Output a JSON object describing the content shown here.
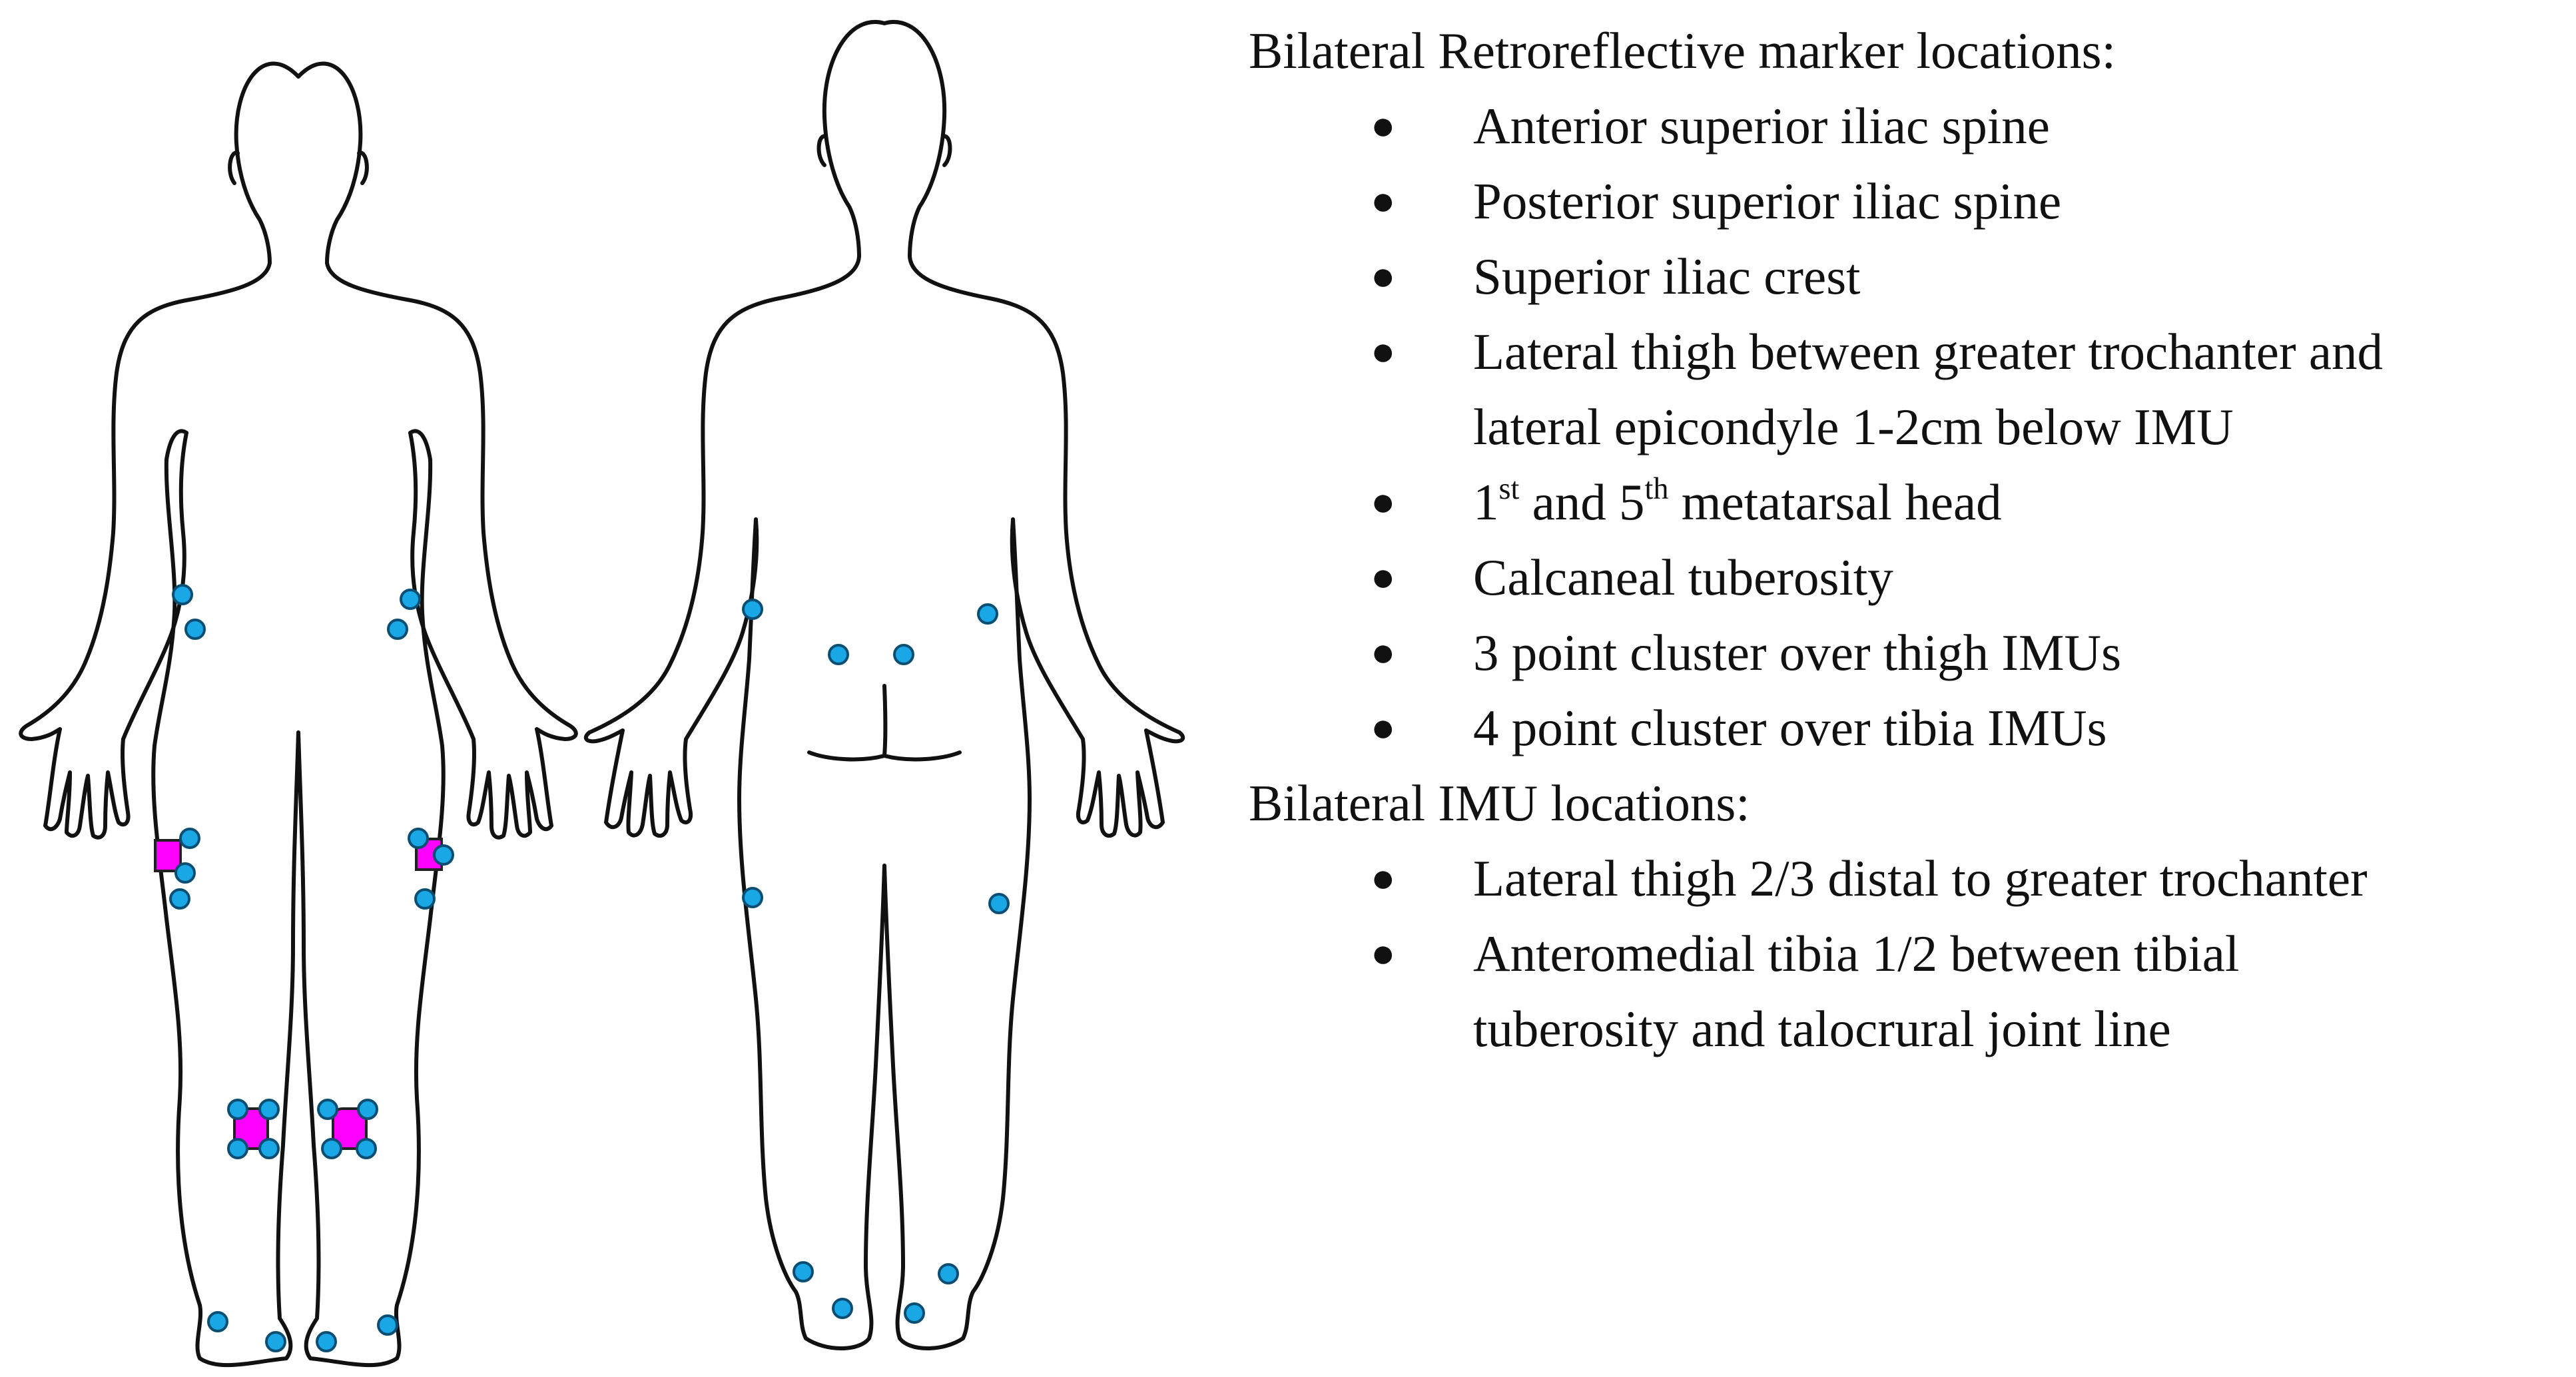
{
  "colors": {
    "outline": "#111111",
    "marker_fill": "#1aa7e6",
    "marker_stroke": "#0a4f73",
    "imu_fill": "#ff00ff",
    "imu_stroke": "#222222"
  },
  "icons": {
    "bullet": "bullet-icon",
    "marker": "retroreflective-marker-icon",
    "imu": "imu-sensor-icon"
  },
  "markers_heading": "Bilateral Retroreflective marker locations:",
  "marker_locations": [
    {
      "lines": [
        "Anterior superior iliac spine"
      ]
    },
    {
      "lines": [
        "Posterior superior iliac spine"
      ]
    },
    {
      "lines": [
        "Superior iliac crest"
      ]
    },
    {
      "lines": [
        "Lateral thigh between greater trochanter and",
        "lateral epicondyle 1-2cm below IMU"
      ]
    },
    {
      "parts": [
        "1",
        "st",
        " and 5",
        "th",
        " metatarsal head"
      ]
    },
    {
      "lines": [
        "Calcaneal tuberosity"
      ]
    },
    {
      "lines": [
        "3 point cluster over thigh IMUs"
      ]
    },
    {
      "lines": [
        "4 point cluster over tibia IMUs"
      ]
    }
  ],
  "imu_heading": "Bilateral IMU locations:",
  "imu_locations": [
    {
      "lines": [
        "Lateral thigh 2/3 distal to greater trochanter"
      ]
    },
    {
      "lines": [
        "Anteromedial tibia 1/2 between tibial",
        "tuberosity and talocrural joint line"
      ]
    }
  ]
}
